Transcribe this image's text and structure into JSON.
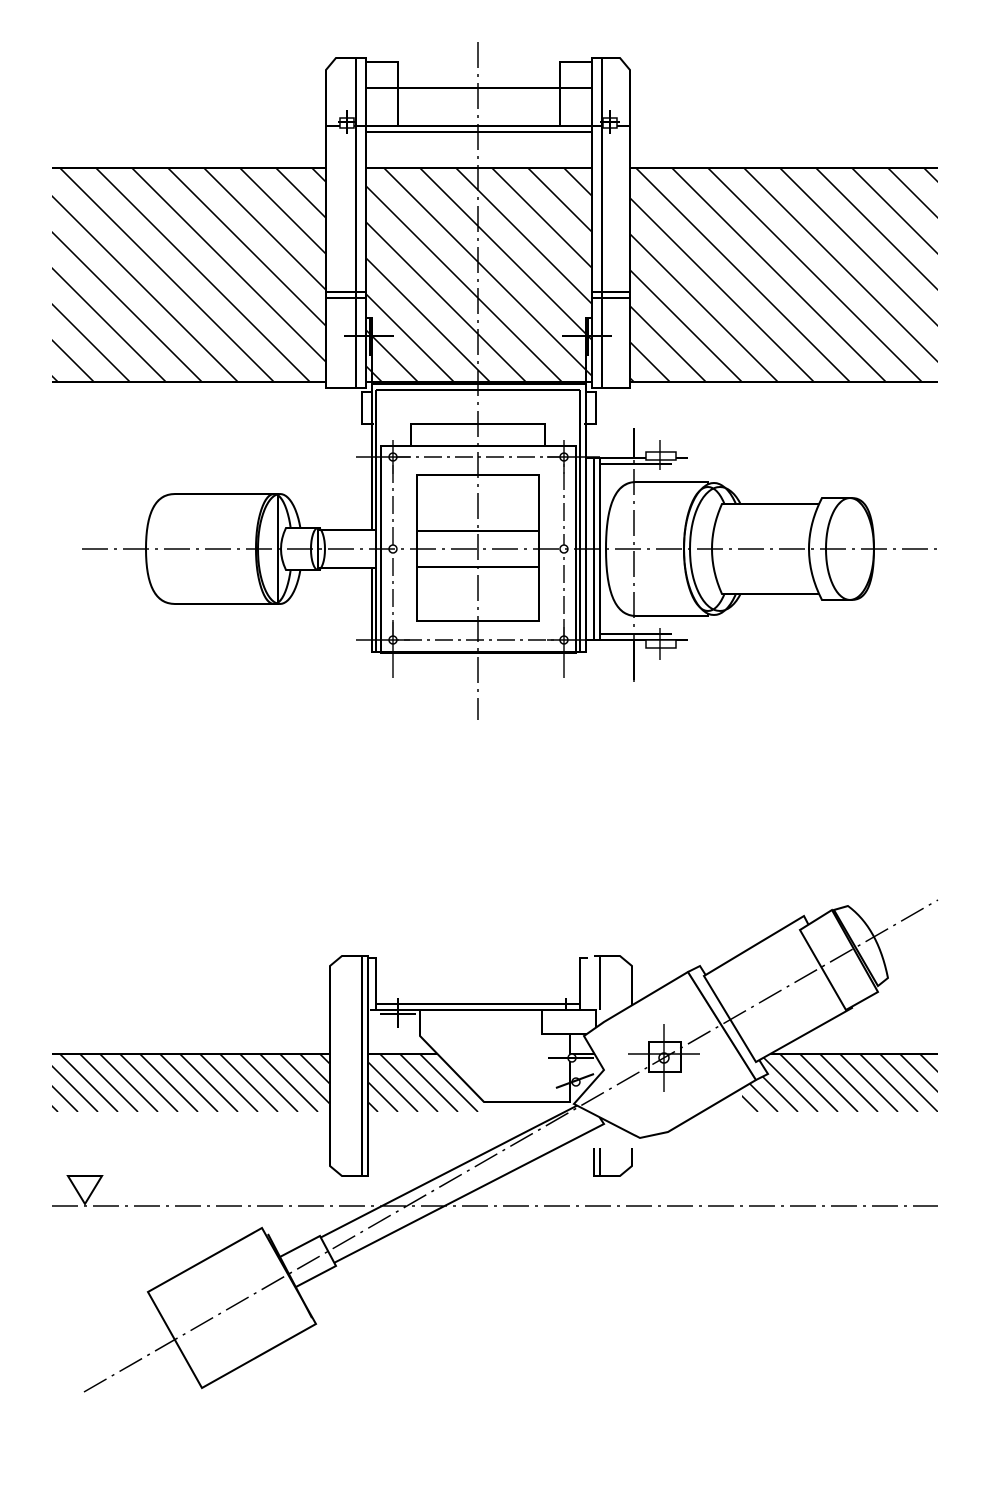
{
  "views": [
    {
      "name": "top-plan-view"
    },
    {
      "name": "side-section-view"
    }
  ],
  "symbols": {
    "water_level": "inverted-triangle"
  },
  "colors": {
    "line": "#000000",
    "background": "#ffffff"
  }
}
